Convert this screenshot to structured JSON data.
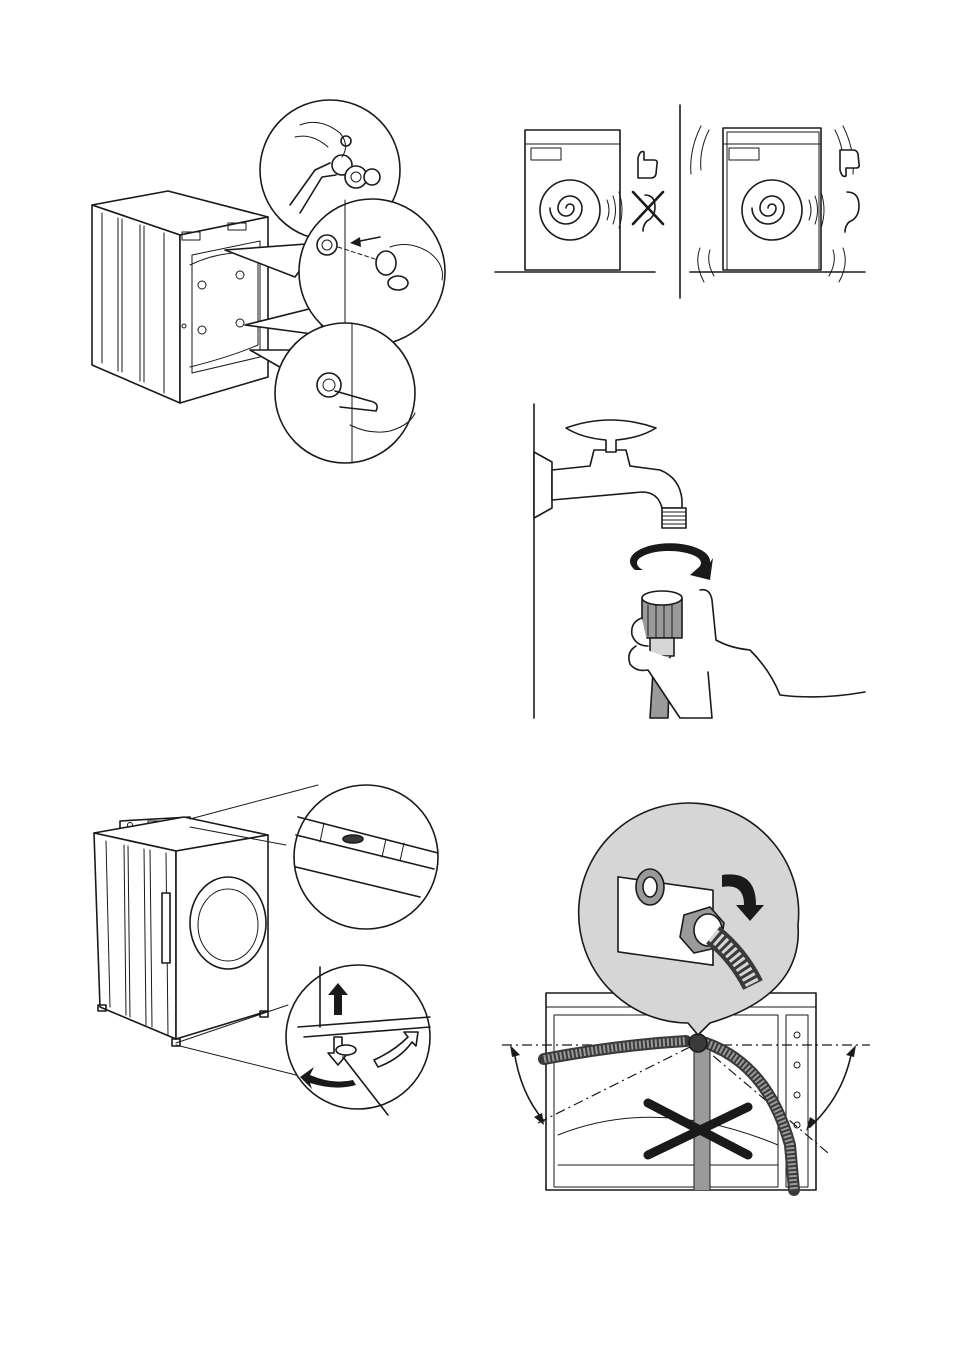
{
  "page": {
    "background": "#ffffff",
    "ink_color": "#1a1a1a",
    "shading_color": "#d6d6d6"
  },
  "figures": [
    {
      "id": "transit-bolts",
      "icon": "transit-bolt-removal-icon"
    },
    {
      "id": "stability-check",
      "icon": "vibration-comparison-icon"
    },
    {
      "id": "tap-connection",
      "icon": "tap-hose-connection-icon"
    },
    {
      "id": "leveling",
      "icon": "spirit-level-feet-icon"
    },
    {
      "id": "inlet-hose-angle",
      "icon": "inlet-hose-orientation-icon"
    }
  ]
}
